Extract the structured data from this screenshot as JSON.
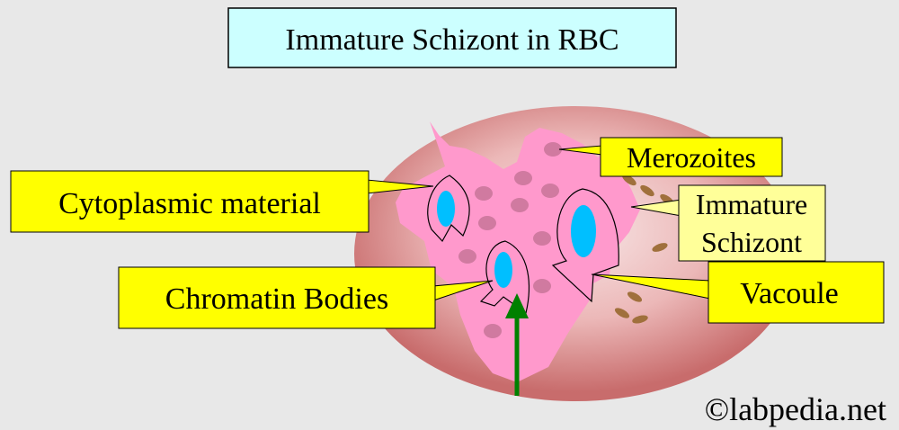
{
  "title": "Immature Schizont in RBC",
  "labels": {
    "merozoites": "Merozoites",
    "cytoplasmic_material": "Cytoplasmic material",
    "immature_line1": "Immature",
    "immature_line2": "Schizont",
    "chromatin_bodies": "Chromatin Bodies",
    "vacoule": "Vacoule"
  },
  "credit": "©labpedia.net",
  "colors": {
    "background": "#e8e8e8",
    "title_box": "#ccffff",
    "label_box": "#ffff00",
    "label_box_light": "#ffff99",
    "rbc_outer": "#c87070",
    "rbc_inner": "#f0c8c8",
    "cytoplasm": "#ff99cc",
    "merozoite": "#d07aa0",
    "chromatin": "#00bfff",
    "pigment": "#a0703c",
    "arrow": "#008000"
  }
}
